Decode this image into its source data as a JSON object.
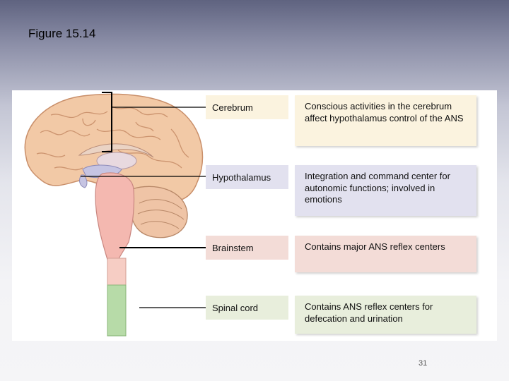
{
  "figure_title": "Figure 15.14",
  "rows": [
    {
      "label": "Cerebrum",
      "description": "Conscious activities in the cerebrum affect hypothalamus control of the ANS"
    },
    {
      "label": "Hypothalamus",
      "description": "Integration and command center for autonomic functions; involved in emotions"
    },
    {
      "label": "Brainstem",
      "description": "Contains major ANS reflex centers"
    },
    {
      "label": "Spinal cord",
      "description": "Contains ANS reflex centers for defecation and urination"
    }
  ],
  "page_number": "31",
  "colors": {
    "cerebrum_box": "#fbf3df",
    "hypothalamus_box": "#e2e1ef",
    "brainstem_box": "#f3dcd7",
    "spinal_box": "#e8eedc",
    "brain_tissue": "#f0c8a8",
    "brainstem_highlight": "#f4b8b0",
    "spinal_highlight": "#b7dba8"
  }
}
